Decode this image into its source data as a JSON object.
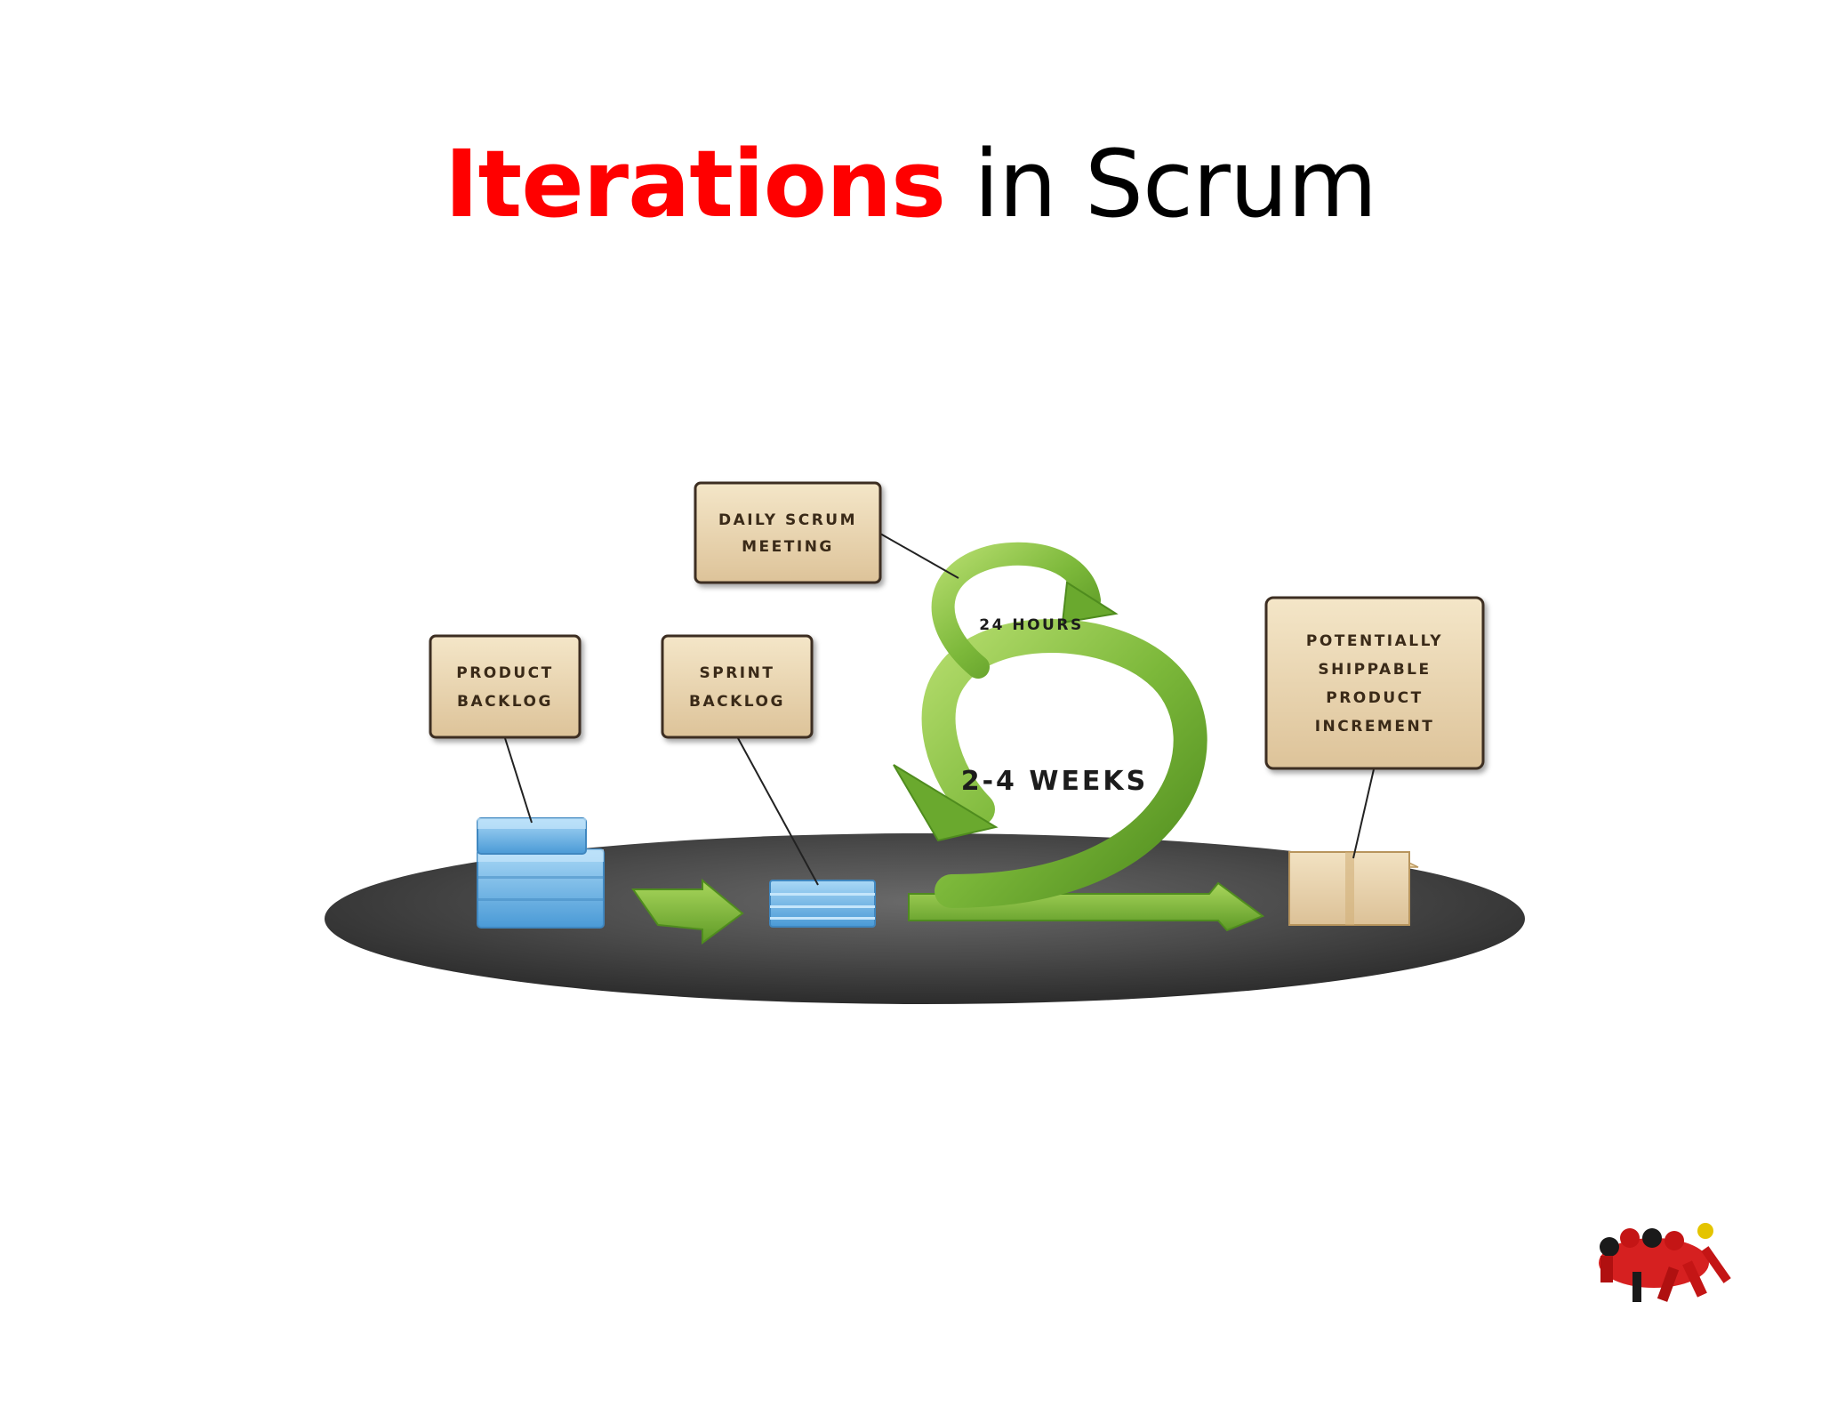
{
  "slide": {
    "title_highlight": "Iterations",
    "title_rest": " in Scrum",
    "title_highlight_color": "#ff0000"
  },
  "diagram": {
    "product_backlog": [
      "PRODUCT",
      "BACKLOG"
    ],
    "sprint_backlog": [
      "SPRINT",
      "BACKLOG"
    ],
    "daily_scrum": [
      "DAILY SCRUM",
      "MEETING"
    ],
    "shippable_increment": [
      "POTENTIALLY",
      "SHIPPABLE",
      "PRODUCT",
      "INCREMENT"
    ],
    "daily_cycle": "24 HOURS",
    "sprint_cycle": "2-4 WEEKS",
    "colors": {
      "arrow_green": "#7cb83a",
      "backlog_blue": "#6fb6e6",
      "label_box": "#e8d4b0",
      "platform": "#505050",
      "increment_box": "#e9c990"
    }
  },
  "logo": {
    "icon": "rugby-scrum-logo-icon"
  }
}
